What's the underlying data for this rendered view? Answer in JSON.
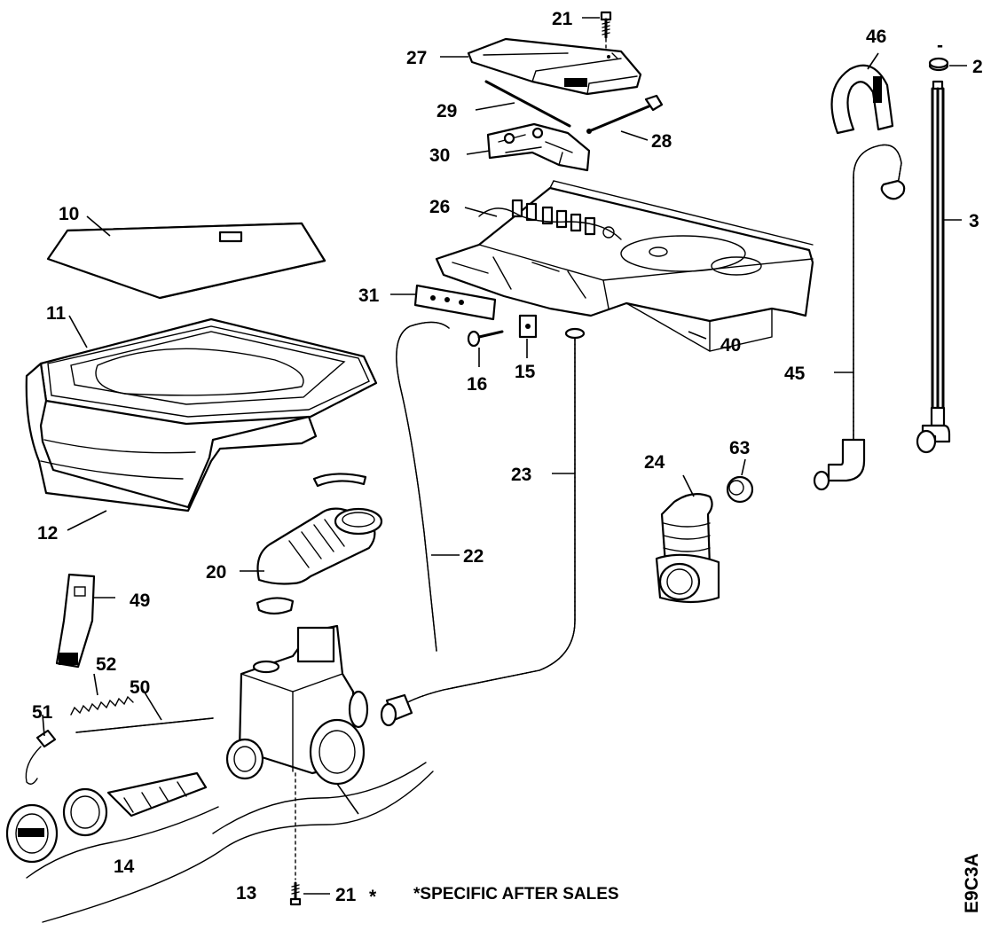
{
  "labels": {
    "l21_top": "21",
    "l27": "27",
    "l29": "29",
    "l30": "30",
    "l28": "28",
    "l26": "26",
    "l46": "46",
    "l2": "2",
    "l3": "3",
    "l10": "10",
    "l11": "11",
    "l12": "12",
    "l31": "31",
    "l16": "16",
    "l15": "15",
    "l40": "40",
    "l45": "45",
    "l23": "23",
    "l24": "24",
    "l63": "63",
    "l22": "22",
    "l20": "20",
    "l49": "49",
    "l52": "52",
    "l50": "50",
    "l51": "51",
    "l14": "14",
    "l13": "13",
    "l21_bottom": "21",
    "asterisk": "*"
  },
  "footnote": "*SPECIFIC AFTER SALES",
  "drawing_code": "E9C3A",
  "minus_mark": "-"
}
